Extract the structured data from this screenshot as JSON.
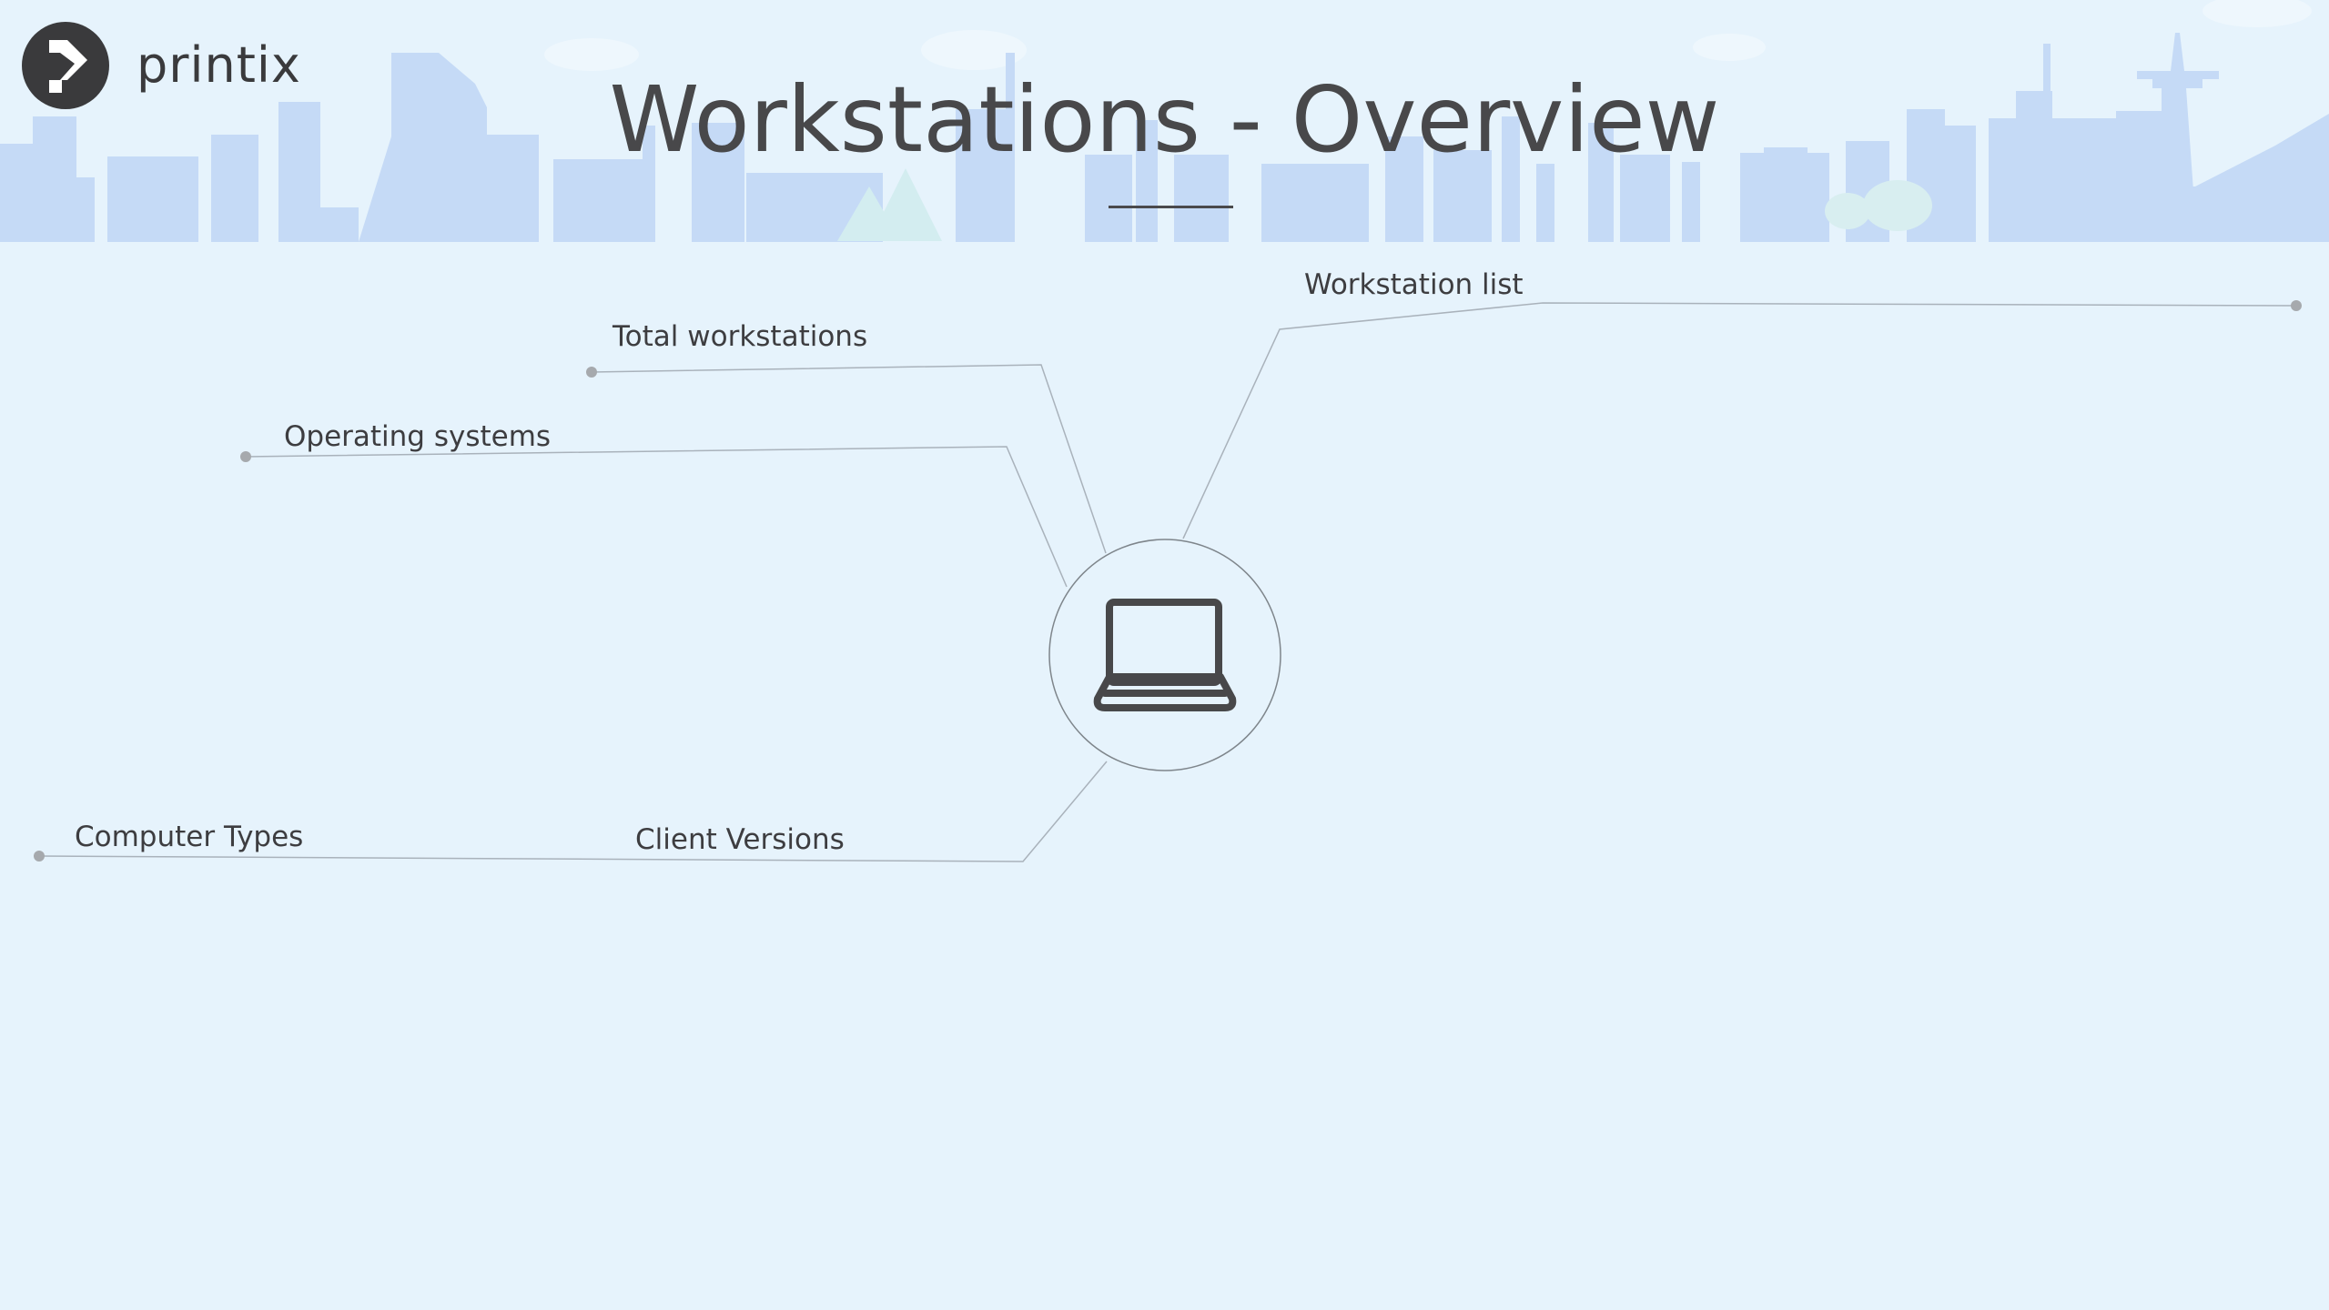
{
  "brand": {
    "name": "printix"
  },
  "header": {
    "title": "Workstations - Overview"
  },
  "diagram": {
    "center_icon": "laptop-icon",
    "branches": [
      {
        "id": "workstation-list",
        "label": "Workstation list"
      },
      {
        "id": "total-workstations",
        "label": "Total workstations"
      },
      {
        "id": "operating-systems",
        "label": "Operating systems"
      },
      {
        "id": "computer-types",
        "label": "Computer Types"
      },
      {
        "id": "client-versions",
        "label": "Client Versions"
      }
    ]
  },
  "colors": {
    "background": "#e6f3fc",
    "skyline": "#c3d9f5",
    "text": "#48484a",
    "connector": "#a9b2bb",
    "dot": "#a6a9ad"
  }
}
